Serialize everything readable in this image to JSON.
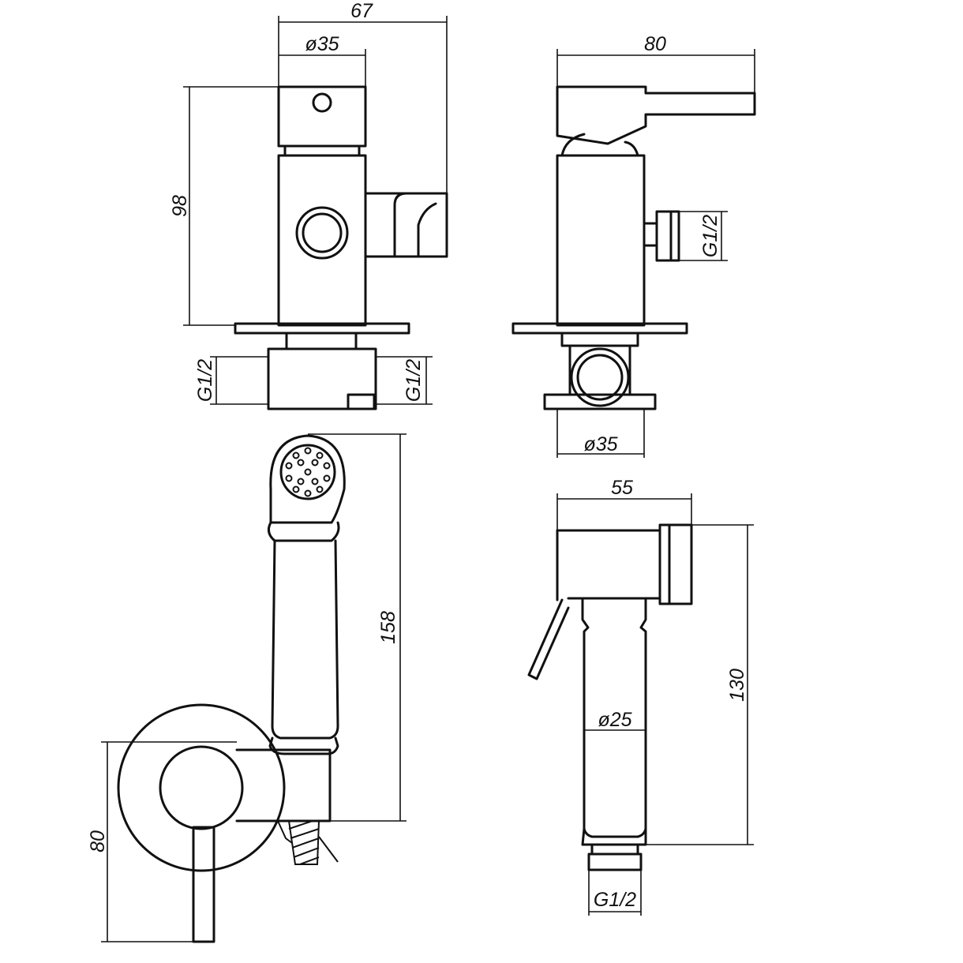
{
  "labels": {
    "width_67": "67",
    "diam_35_top": "ø35",
    "height_98": "98",
    "width_80": "80",
    "thread_side": "G1/2",
    "thread_left": "G1/2",
    "thread_right": "G1/2",
    "diam_35_base": "ø35",
    "length_158": "158",
    "height_80": "80",
    "width_55": "55",
    "height_130": "130",
    "diam_25": "ø25",
    "thread_hose": "G1/2"
  }
}
